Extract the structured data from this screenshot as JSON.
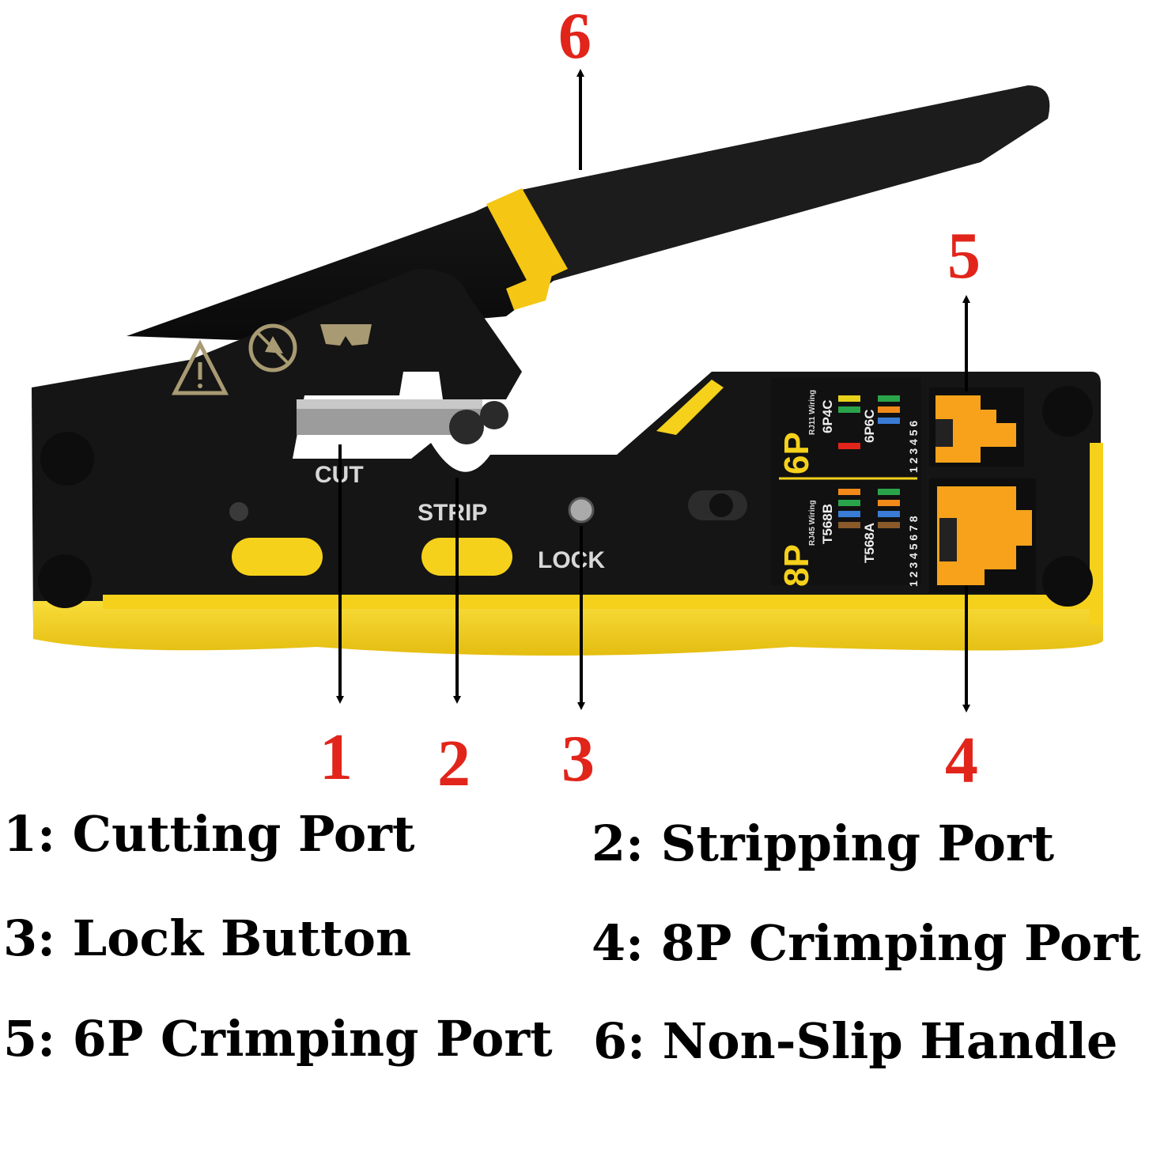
{
  "tool_labels": {
    "cut": "CUT",
    "strip": "STRIP",
    "lock": "LOCK"
  },
  "wiring_panel": {
    "p8": "8P",
    "p8_sub": "RJ45 Wiring",
    "p6": "6P",
    "p6_sub": "RJ11 Wiring",
    "t568b": "T568B",
    "t568a": "T568A",
    "p6p4c": "6P4C",
    "p6p6c": "6P6C",
    "pins8": "1 2 3 4 5 6 7 8",
    "pins6": "1 2 3 4 5 6"
  },
  "callouts": [
    "1",
    "2",
    "3",
    "4",
    "5",
    "6"
  ],
  "legend": [
    "1: Cutting Port",
    "2: Stripping Port",
    "3: Lock Button",
    "4: 8P Crimping Port",
    "5: 6P Crimping Port",
    "6: Non-Slip Handle"
  ],
  "colors": {
    "callout_red": "#e1251b",
    "tool_black": "#151515",
    "tool_yellow": "#f5d11b",
    "port_orange": "#f7a21a"
  },
  "icons": [
    "warning-triangle-icon",
    "hand-safety-icon",
    "safety-goggles-icon"
  ]
}
